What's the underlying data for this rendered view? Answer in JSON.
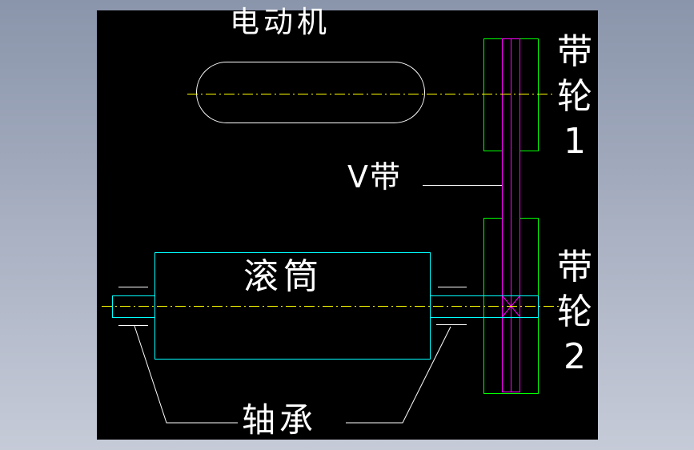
{
  "drawing": {
    "title": "belt-drive-schematic",
    "labels": {
      "motor": "电动机",
      "v_belt": "V带",
      "roller": "滚筒",
      "bearing": "轴承",
      "pulley1": [
        "带",
        "轮",
        "1"
      ],
      "pulley2": [
        "带",
        "轮",
        "2"
      ]
    },
    "colors": {
      "canvas_background": "#000000",
      "outline": "#ffffff",
      "pulley": "#00ff00",
      "belt": "#ff00ff",
      "shaft": "#00ffff",
      "centerline": "#ffff00",
      "desktop_top": "#8a95ab",
      "desktop_bottom": "#c6cbd8"
    }
  }
}
